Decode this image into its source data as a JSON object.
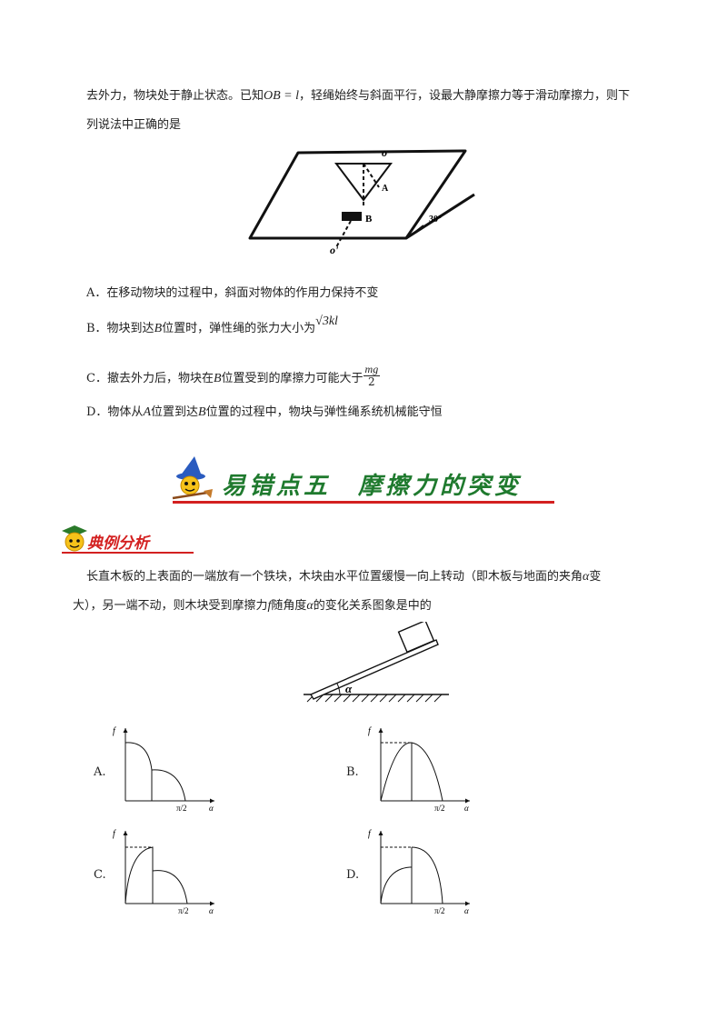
{
  "q1": {
    "line1_a": "去外力，物块处于静止状态。已知",
    "line1_math": "OB = l",
    "line1_b": "，轻绳始终与斜面平行，设最大静摩擦力等于滑动摩擦力，则下",
    "line2": "列说法中正确的是",
    "fig_labels": {
      "o": "o",
      "a": "A",
      "b": "B",
      "o2": "o'",
      "angle": "30°"
    },
    "options": {
      "a": "A．在移动物块的过程中，斜面对物体的作用力保持不变",
      "b_pre": "B．物块到达",
      "b_var": "B",
      "b_post": "位置时，弹性绳的张力大小为",
      "b_math": "√3kl",
      "c_pre": "C．撤去外力后，物块在",
      "c_var": "B",
      "c_post": "位置受到的摩擦力可能大于",
      "c_num": "mg",
      "c_den": "2",
      "d_pre": "D．物体从",
      "d_var1": "A",
      "d_mid": "位置到达",
      "d_var2": "B",
      "d_post": "位置的过程中，物块与弹性绳系统机械能守恒"
    }
  },
  "section": {
    "title": "易错点五　摩擦力的突变",
    "sub": "典例分析"
  },
  "q2": {
    "line1": "长直木板的上表面的一端放有一个铁块，木块由水平位置缓慢一向上转动（即木板与地面的夹角",
    "line1_var": "α",
    "line1_end": "变",
    "line2_a": "大），另一端不动，则木块受到摩擦力",
    "line2_var1": "f",
    "line2_b": "随角度",
    "line2_var2": "α",
    "line2_c": "的变化关系图象是中的",
    "incline_label": "α",
    "graphs": {
      "y_label": "f",
      "x_label": "α",
      "x_tick": "π/2",
      "a": "A.",
      "b": "B.",
      "c": "C.",
      "d": "D."
    }
  },
  "colors": {
    "heading": "#1f7a2e",
    "heading_line": "#d32020",
    "sub": "#d32020"
  }
}
